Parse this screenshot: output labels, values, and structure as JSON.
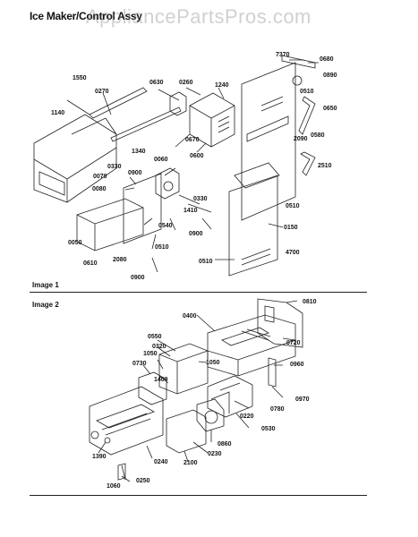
{
  "header": {
    "title": "Ice Maker/Control Assy",
    "watermark": "AppliancePartsPros.com"
  },
  "image1": {
    "label": "Image 1",
    "parts": [
      "7370",
      "0680",
      "0890",
      "1550",
      "0270",
      "0630",
      "0260",
      "1240",
      "0510",
      "0650",
      "1140",
      "0670",
      "0580",
      "2090",
      "1340",
      "0600",
      "0060",
      "2510",
      "0330",
      "0900",
      "0070",
      "0080",
      "0330",
      "0510",
      "1410",
      "0540",
      "0150",
      "0050",
      "0900",
      "0510",
      "4700",
      "2080",
      "0610",
      "0510",
      "0900"
    ]
  },
  "image2": {
    "label": "Image 2",
    "parts": [
      "0810",
      "0400",
      "0720",
      "0550",
      "0320",
      "0730",
      "1050",
      "1050",
      "0960",
      "1400",
      "0970",
      "0780",
      "0220",
      "0530",
      "0860",
      "0230",
      "2100",
      "1390",
      "0240",
      "1060",
      "0250"
    ]
  }
}
